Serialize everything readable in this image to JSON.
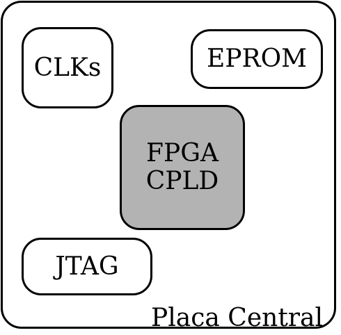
{
  "diagram": {
    "board_label": "Placa Central",
    "blocks": {
      "clks": "CLKs",
      "eprom": "EPROM",
      "jtag": "JTAG",
      "fpga_line1": "FPGA",
      "fpga_line2": "CPLD"
    },
    "colors": {
      "stroke": "#000000",
      "fpga_fill": "#b3b3b3",
      "block_fill": "#ffffff"
    }
  }
}
